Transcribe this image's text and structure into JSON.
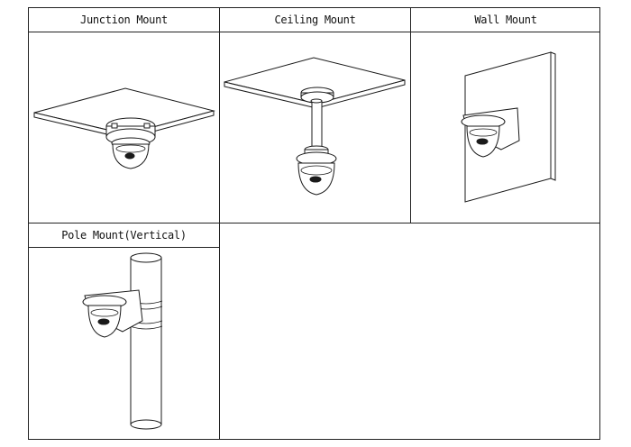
{
  "panels": [
    {
      "title": "Junction Mount"
    },
    {
      "title": "Ceiling Mount"
    },
    {
      "title": "Wall Mount"
    },
    {
      "title": "Pole Mount(Vertical)"
    }
  ]
}
